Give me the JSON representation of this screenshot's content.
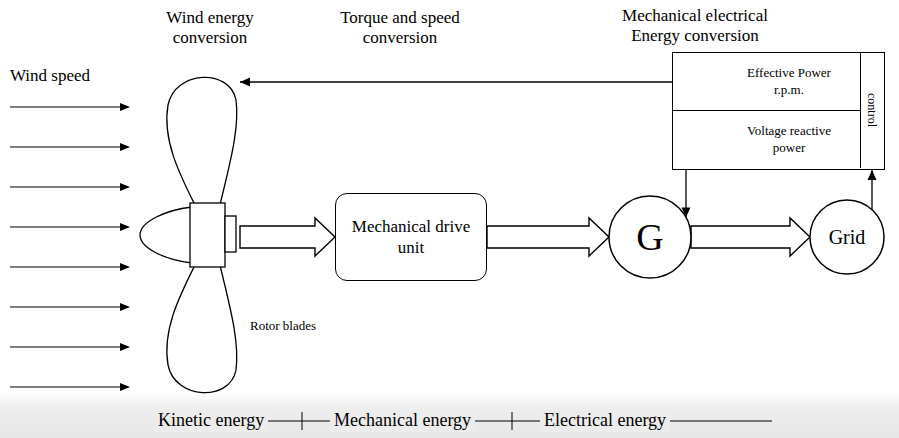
{
  "diagram": {
    "nodes": [
      {
        "text": [
          "Rotor blades"
        ]
      },
      {
        "text": [
          "Mechanical drive unit"
        ]
      },
      {
        "text": [
          "G"
        ]
      },
      {
        "text": [
          "Grid"
        ]
      },
      {
        "text": [
          "control"
        ]
      },
      {
        "text": [
          "Effective Power r.p.m."
        ],
        "in": 4
      },
      {
        "text": [
          "Voltage reactive power"
        ],
        "in": 4
      }
    ],
    "edges": [
      {
        "from": 0,
        "to": 1,
        "arrow": "to"
      },
      {
        "from": 1,
        "to": 2,
        "arrow": "to"
      },
      {
        "from": 2,
        "to": 3,
        "arrow": "to"
      },
      {
        "from": 3,
        "to": 4,
        "arrow": "to"
      },
      {
        "from": 5,
        "to": 0,
        "arrow": "to"
      },
      {
        "from": 6,
        "to": 2,
        "arrow": "to"
      }
    ],
    "labels": [
      "Wind energy conversion",
      "Torque and speed conversion",
      "Mechanical electrical Energy conversion",
      "Wind speed",
      "Kinetic energy",
      "Mechanical energy",
      "Electrical energy"
    ]
  }
}
